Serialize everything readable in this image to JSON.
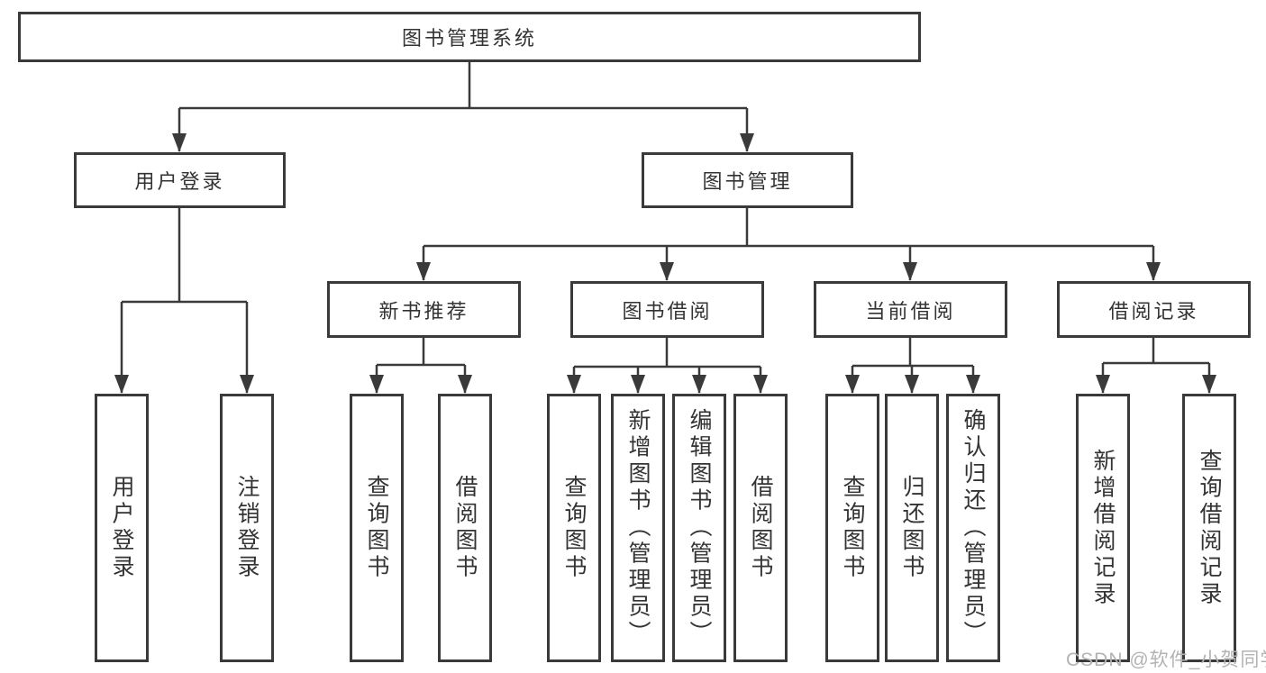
{
  "tree": {
    "label": "图书管理系统",
    "children": [
      {
        "label": "用户登录",
        "children": [
          {
            "label": "用户登录"
          },
          {
            "label": "注销登录"
          }
        ]
      },
      {
        "label": "图书管理",
        "children": [
          {
            "label": "新书推荐",
            "children": [
              {
                "label": "查询图书"
              },
              {
                "label": "借阅图书"
              }
            ]
          },
          {
            "label": "图书借阅",
            "children": [
              {
                "label": "查询图书"
              },
              {
                "label": "新增图书（管理员）"
              },
              {
                "label": "编辑图书（管理员）"
              },
              {
                "label": "借阅图书"
              }
            ]
          },
          {
            "label": "当前借阅",
            "children": [
              {
                "label": "查询图书"
              },
              {
                "label": "归还图书"
              },
              {
                "label": "确认归还（管理员）"
              }
            ]
          },
          {
            "label": "借阅记录",
            "children": [
              {
                "label": "新增借阅记录"
              },
              {
                "label": "查询借阅记录"
              }
            ]
          }
        ]
      }
    ]
  },
  "watermark": {
    "text": "CSDN @软件_小贺同学"
  },
  "colors": {
    "line": "#3a3a3a",
    "border": "#3a3a3a",
    "text": "#333333",
    "watermark": "#b3b3b3",
    "background": "#ffffff"
  }
}
